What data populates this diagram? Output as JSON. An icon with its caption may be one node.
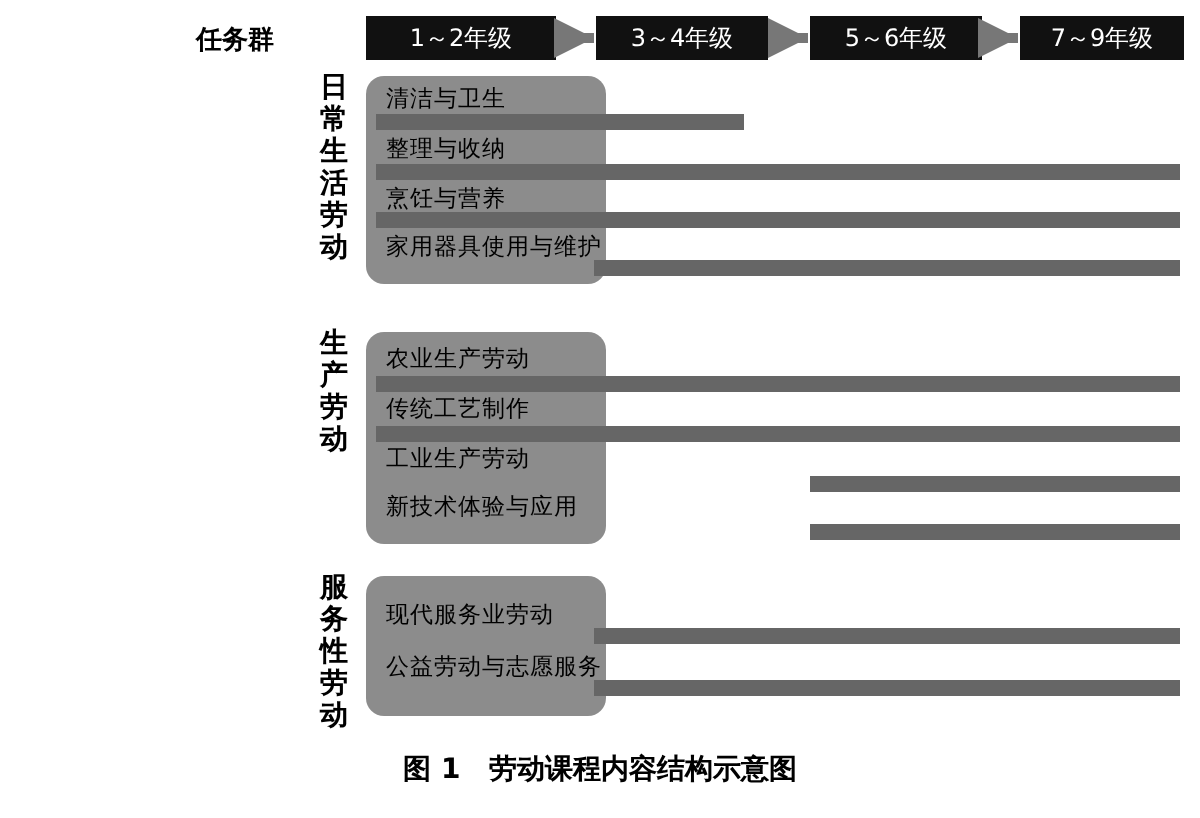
{
  "diagram": {
    "caption": "图 1　劳动课程内容结构示意图",
    "nodes": [
      {
        "text": [
          "1～2年级"
        ]
      },
      {
        "text": [
          "3～4年级"
        ]
      },
      {
        "text": [
          "5～6年级"
        ]
      },
      {
        "text": [
          "7～9年级"
        ]
      },
      {
        "text": [
          "日常生活劳动"
        ]
      },
      {
        "text": [
          "清洁与卫生"
        ],
        "in": 4
      },
      {
        "text": [
          "整理与收纳"
        ],
        "in": 4
      },
      {
        "text": [
          "烹饪与营养"
        ],
        "in": 4
      },
      {
        "text": [
          "家用器具使用与维护"
        ],
        "in": 4
      },
      {
        "text": [],
        "shape": "bar"
      },
      {
        "text": [],
        "shape": "bar"
      },
      {
        "text": [],
        "shape": "bar"
      },
      {
        "text": [],
        "shape": "bar"
      },
      {
        "text": [
          "生产劳动"
        ]
      },
      {
        "text": [
          "农业生产劳动"
        ],
        "in": 13
      },
      {
        "text": [
          "传统工艺制作"
        ],
        "in": 13
      },
      {
        "text": [
          "工业生产劳动"
        ],
        "in": 13
      },
      {
        "text": [
          "新技术体验与应用"
        ],
        "in": 13
      },
      {
        "text": [],
        "shape": "bar"
      },
      {
        "text": [],
        "shape": "bar"
      },
      {
        "text": [],
        "shape": "bar"
      },
      {
        "text": [],
        "shape": "bar"
      },
      {
        "text": [
          "服务性劳动"
        ]
      },
      {
        "text": [
          "现代服务业劳动"
        ],
        "in": 22
      },
      {
        "text": [
          "公益劳动与志愿服务"
        ],
        "in": 22
      },
      {
        "text": [],
        "shape": "bar"
      },
      {
        "text": [],
        "shape": "bar"
      }
    ],
    "edges": [
      {
        "from": 0,
        "to": 1,
        "arrow": "to"
      },
      {
        "from": 1,
        "to": 2,
        "arrow": "to"
      },
      {
        "from": 2,
        "to": 3,
        "arrow": "to"
      }
    ],
    "labels": [
      "任务群"
    ]
  }
}
